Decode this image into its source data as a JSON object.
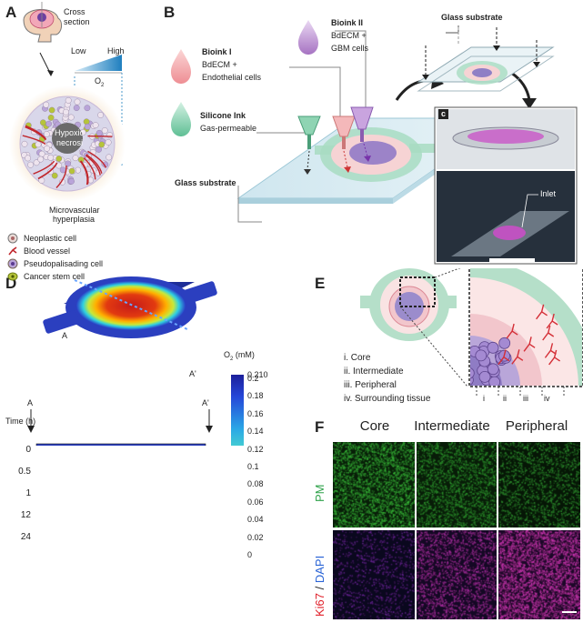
{
  "panels": {
    "a": "A",
    "b": "B",
    "d": "D",
    "e": "E",
    "f": "F"
  },
  "panel_a": {
    "cross_section": "Cross\nsection",
    "low": "Low",
    "high": "High",
    "o2": "O",
    "o2_sub": "2",
    "hypoxic": "Hypoxic",
    "necrosis": "necrosi",
    "microvascular": "Microvascular",
    "hyperplasia": "hyperplasia",
    "legend": [
      {
        "label": "Neoplastic cell",
        "icon": "neoplastic-cell-icon"
      },
      {
        "label": "Blood vessel",
        "icon": "blood-vessel-icon"
      },
      {
        "label": "Pseudopalisading cell",
        "icon": "pseudopalisading-cell-icon"
      },
      {
        "label": "Cancer stem cell",
        "icon": "cancer-stem-cell-icon"
      }
    ]
  },
  "panel_b": {
    "bioink1_title": "Bioink I",
    "bioink1_l1": "BdECM +",
    "bioink1_l2": "Endothelial cells",
    "bioink2_title": "Bioink II",
    "bioink2_l1": "BdECM +",
    "bioink2_l2": "GBM cells",
    "silicone_title": "Silicone Ink",
    "silicone_l1": "Gas-permeable",
    "glass_left": "Glass substrate",
    "glass_top": "Glass substrate",
    "photo_c": "c",
    "inlet": "Inlet"
  },
  "panel_d": {
    "a": "A",
    "a_prime": "A'",
    "time_label": "Time (h)",
    "times": [
      "0",
      "0.5",
      "1",
      "12",
      "24"
    ],
    "colorbar_title": "O",
    "colorbar_sub": "2",
    "colorbar_unit": " (mM)",
    "colorbar_ticks": [
      "0.210",
      "0.2",
      "0.18",
      "0.16",
      "0.14",
      "0.12",
      "0.1",
      "0.08",
      "0.06",
      "0.04",
      "0.02",
      "0"
    ]
  },
  "panel_e": {
    "items": [
      "i. Core",
      "ii. Intermediate",
      "iii. Peripheral",
      "iv. Surrounding tissue"
    ],
    "zones": [
      "i",
      "ii",
      "iii",
      "iv"
    ]
  },
  "panel_f": {
    "columns": [
      "Core",
      "Intermediate",
      "Peripheral"
    ],
    "row1": "PM",
    "row2_a": "Ki67",
    "row2_sep": " / ",
    "row2_b": "DAPI"
  },
  "colors": {
    "accent_blue": "#1f7fbf",
    "pm_green": "#2fa24a",
    "ki67_red": "#e0202a",
    "dapi_blue": "#2a64d6",
    "bioink1_pink": "#f2a7a9",
    "bioink2_purple": "#b98bd0",
    "silicone_green": "#8fd4b3"
  }
}
